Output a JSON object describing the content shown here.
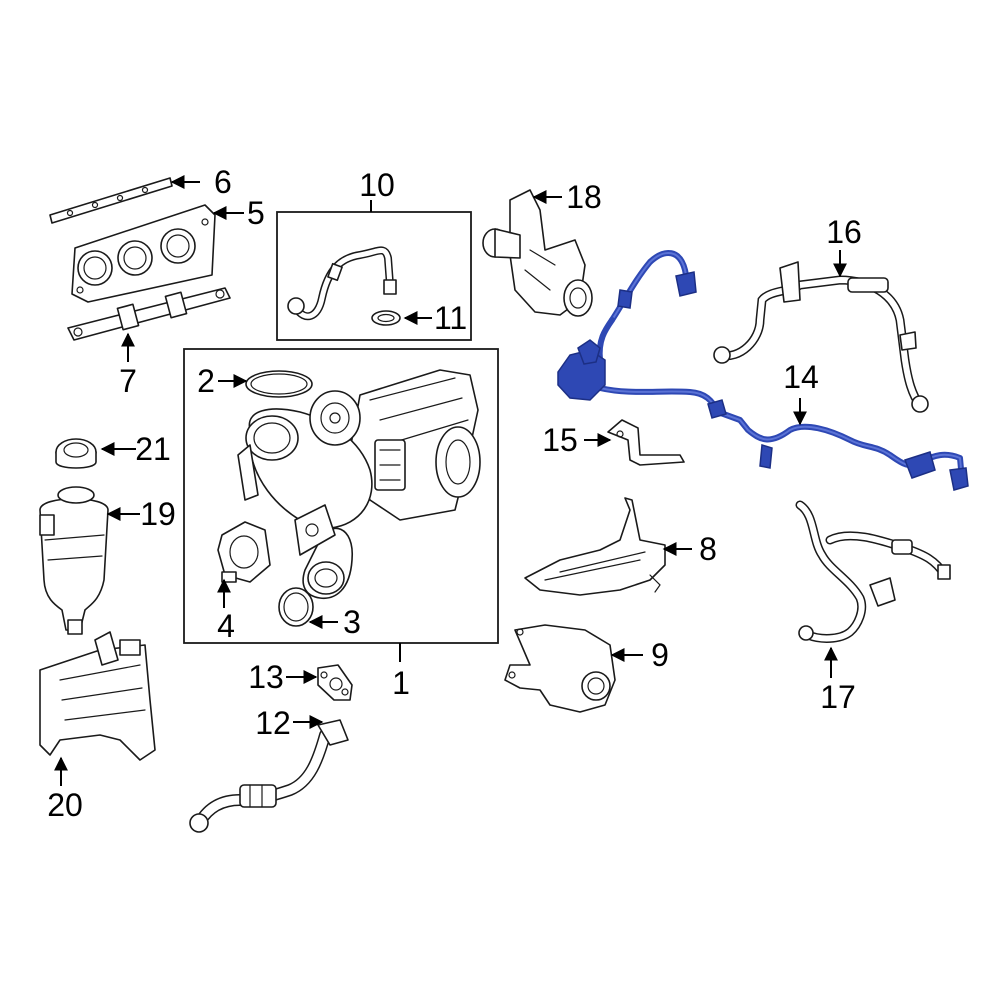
{
  "callouts": {
    "c1": "1",
    "c2": "2",
    "c3": "3",
    "c4": "4",
    "c5": "5",
    "c6": "6",
    "c7": "7",
    "c8": "8",
    "c9": "9",
    "c10": "10",
    "c11": "11",
    "c12": "12",
    "c13": "13",
    "c14": "14",
    "c15": "15",
    "c16": "16",
    "c17": "17",
    "c18": "18",
    "c19": "19",
    "c20": "20",
    "c21": "21"
  },
  "highlight": {
    "part": "14",
    "color": "#2e48b4"
  },
  "icons": {
    "arrow": "arrowhead"
  }
}
